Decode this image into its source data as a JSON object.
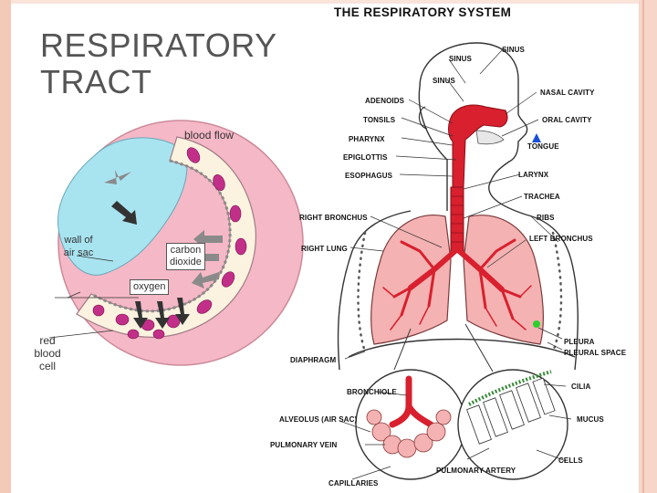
{
  "slide": {
    "title_line1": "RESPIRATORY",
    "title_line2": "TRACT"
  },
  "alveolus_diagram": {
    "blood_flow": "blood flow",
    "wall_of_air_sac_line1": "wall of",
    "wall_of_air_sac_line2": "air sac",
    "carbon_dioxide_line1": "carbon",
    "carbon_dioxide_line2": "dioxide",
    "oxygen": "oxygen",
    "red_blood_cell_line1": "red",
    "red_blood_cell_line2": "blood",
    "red_blood_cell_line3": "cell"
  },
  "respiratory_diagram": {
    "title": "THE RESPIRATORY SYSTEM",
    "labels": {
      "sinus_top": "SINUS",
      "sinus_mid": "SINUS",
      "sinus_left": "SINUS",
      "adenoids": "ADENOIDS",
      "tonsils": "TONSILS",
      "pharynx": "PHARYNX",
      "epiglottis": "EPIGLOTTIS",
      "esophagus": "ESOPHAGUS",
      "nasal_cavity": "NASAL CAVITY",
      "oral_cavity": "ORAL CAVITY",
      "tongue": "TONGUE",
      "larynx": "LARYNX",
      "trachea": "TRACHEA",
      "right_bronchus": "RIGHT BRONCHUS",
      "ribs": "RIBS",
      "right_lung": "RIGHT LUNG",
      "left_bronchus": "LEFT BRONCHUS",
      "pleura": "PLEURA",
      "pleural_space": "PLEURAL SPACE",
      "diaphragm": "DIAPHRAGM",
      "bronchiole": "BRONCHIOLE",
      "cilia": "CILIA",
      "alveolus": "ALVEOLUS (AIR SAC)",
      "mucus": "MUCUS",
      "pulmonary_vein": "PULMONARY VEIN",
      "cells": "CELLS",
      "pulmonary_artery": "PULMONARY ARTERY",
      "capillaries": "CAPILLARIES"
    }
  },
  "colors": {
    "frame": "#f3c9b8",
    "alveolus_pink": "#f5b8c6",
    "air_sac_blue": "#a8e4f0",
    "lung_pink": "#f4b2b2",
    "airway_red": "#d8202e",
    "tongue_marker": "#1a4fd8",
    "pleura_marker": "#2bd02b"
  }
}
